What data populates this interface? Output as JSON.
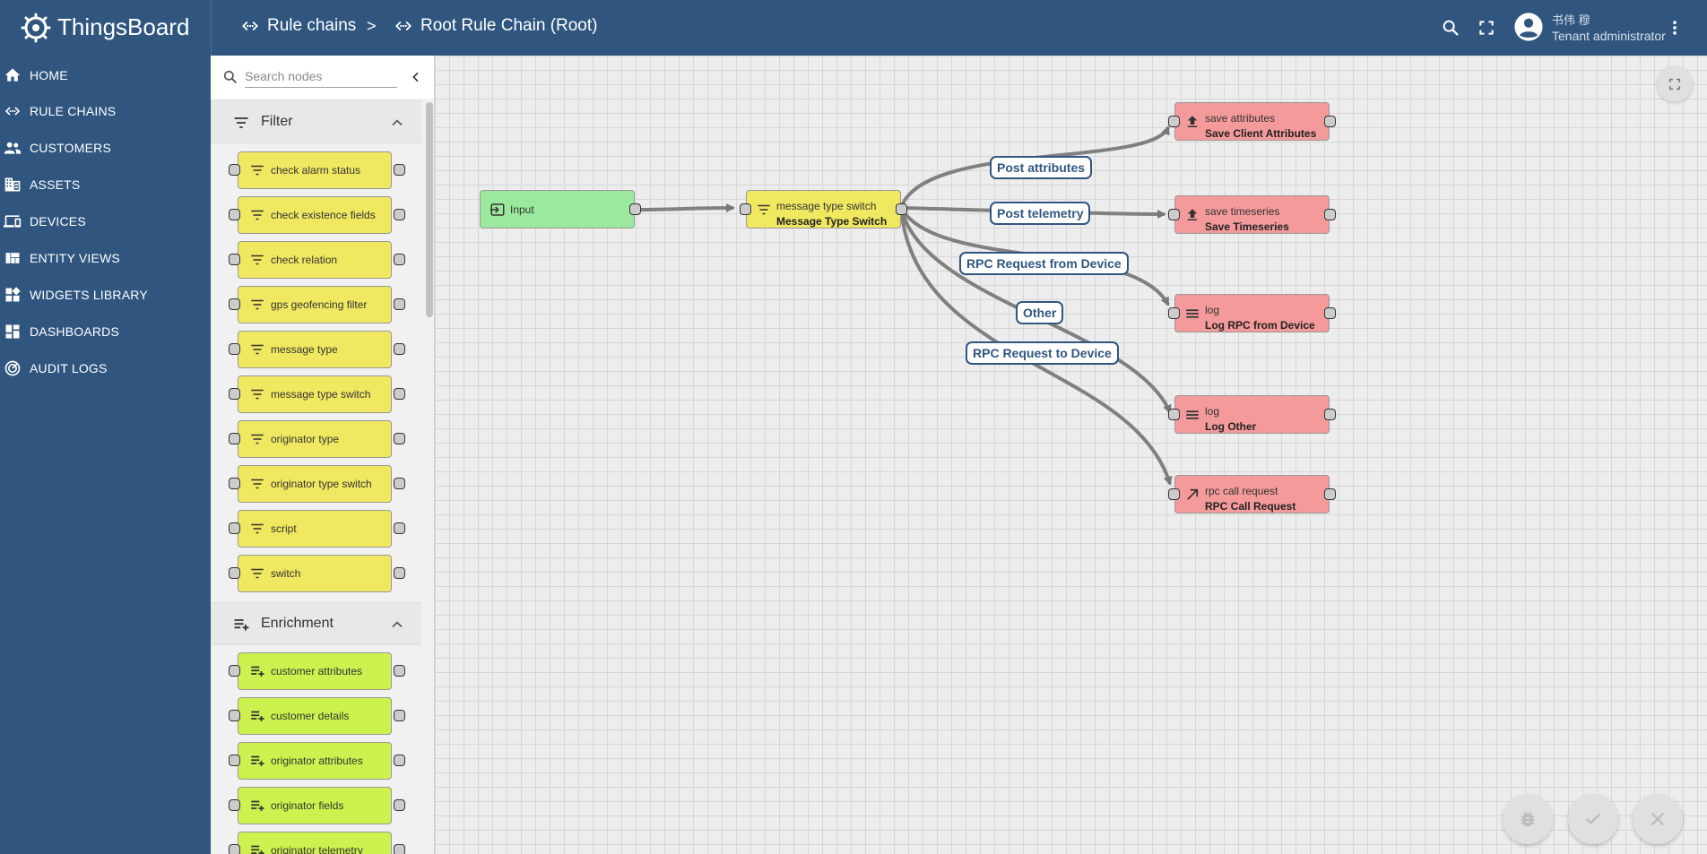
{
  "app": {
    "name": "ThingsBoard"
  },
  "breadcrumb": {
    "first": "Rule chains",
    "separator": ">",
    "second": "Root Rule Chain (Root)"
  },
  "user": {
    "name": "书伟 穆",
    "role": "Tenant administrator"
  },
  "sidebar": {
    "items": [
      {
        "label": "HOME",
        "icon": "home-icon"
      },
      {
        "label": "RULE CHAINS",
        "icon": "settings-ethernet-icon"
      },
      {
        "label": "CUSTOMERS",
        "icon": "people-icon"
      },
      {
        "label": "ASSETS",
        "icon": "domain-icon"
      },
      {
        "label": "DEVICES",
        "icon": "devices-icon"
      },
      {
        "label": "ENTITY VIEWS",
        "icon": "view-quilt-icon"
      },
      {
        "label": "WIDGETS LIBRARY",
        "icon": "widgets-icon"
      },
      {
        "label": "DASHBOARDS",
        "icon": "dashboard-icon"
      },
      {
        "label": "AUDIT LOGS",
        "icon": "track-changes-icon"
      }
    ]
  },
  "library": {
    "search_placeholder": "Search nodes",
    "filter": {
      "title": "Filter",
      "nodes": [
        "check alarm status",
        "check existence fields",
        "check relation",
        "gps geofencing filter",
        "message type",
        "message type switch",
        "originator type",
        "originator type switch",
        "script",
        "switch"
      ]
    },
    "enrichment": {
      "title": "Enrichment",
      "nodes": [
        "customer attributes",
        "customer details",
        "originator attributes",
        "originator fields",
        "originator telemetry"
      ]
    }
  },
  "canvas": {
    "nodes": {
      "input": {
        "label": "Input",
        "color": "#9ae99f"
      },
      "switch": {
        "type": "message type switch",
        "name": "Message Type Switch",
        "color": "#f1e861"
      },
      "save_attr": {
        "type": "save attributes",
        "name": "Save Client Attributes",
        "color": "#f49a9a"
      },
      "save_ts": {
        "type": "save timeseries",
        "name": "Save Timeseries",
        "color": "#f49a9a"
      },
      "log_rpc": {
        "type": "log",
        "name": "Log RPC from Device",
        "color": "#f49a9a"
      },
      "log_other": {
        "type": "log",
        "name": "Log Other",
        "color": "#f49a9a"
      },
      "rpc_call": {
        "type": "rpc call request",
        "name": "RPC Call Request",
        "color": "#f49a9a"
      }
    },
    "edges": {
      "post_attributes": "Post attributes",
      "post_telemetry": "Post telemetry",
      "rpc_from_device": "RPC Request from Device",
      "other": "Other",
      "rpc_to_device": "RPC Request to Device"
    }
  },
  "colors": {
    "primary": "#305680",
    "filter_node": "#f1e861",
    "enrichment_node": "#cdf14e",
    "action_node": "#f49a9a",
    "input_node": "#9ae99f"
  }
}
